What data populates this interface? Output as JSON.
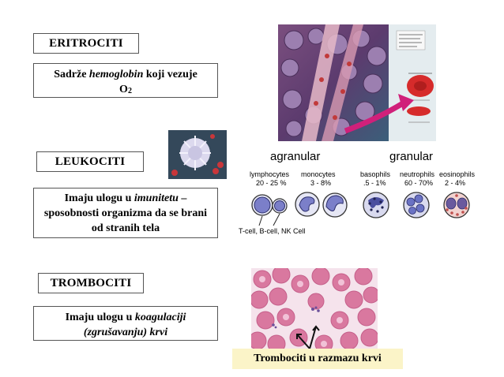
{
  "eritrociti": {
    "title": "ERITROCITI",
    "desc_prefix": "Sadrže ",
    "desc_italic": "hemoglobin",
    "desc_suffix": " koji vezuje",
    "desc_o": "O",
    "desc_sub": "2"
  },
  "leukociti": {
    "title": "LEUKOCITI",
    "desc_prefix": "Imaju ulogu u ",
    "desc_italic": "imunitetu",
    "desc_suffix": " – sposobnosti organizma da se brani od stranih tela"
  },
  "trombociti": {
    "title": "TROMBOCITI",
    "desc_prefix": "Imaju ulogu u ",
    "desc_italic": "koagulaciji (zgrušavanju) krvi",
    "caption": "Trombociti u razmazu krvi"
  },
  "wbc_diagram": {
    "group_agranular": "agranular",
    "group_granular": "granular",
    "cells": [
      {
        "name": "lymphocytes",
        "range": "20 - 25 %",
        "color": "#7b7fc9"
      },
      {
        "name": "monocytes",
        "range": "3 - 8%",
        "color": "#7b7fc9"
      },
      {
        "name": "basophils",
        "range": ".5 - 1%",
        "color": "#4a4e9e"
      },
      {
        "name": "neutrophils",
        "range": "60 - 70%",
        "color": "#6a72c4"
      },
      {
        "name": "eosinophils",
        "range": "2 - 4%",
        "color": "#c0504d"
      }
    ],
    "lymph_note": "T-cell, B-cell, NK Cell"
  },
  "colors": {
    "erythrocyte": "#d32f2f",
    "smear_bg": "#f2dce8",
    "caption_bg": "#fbf4c8"
  }
}
